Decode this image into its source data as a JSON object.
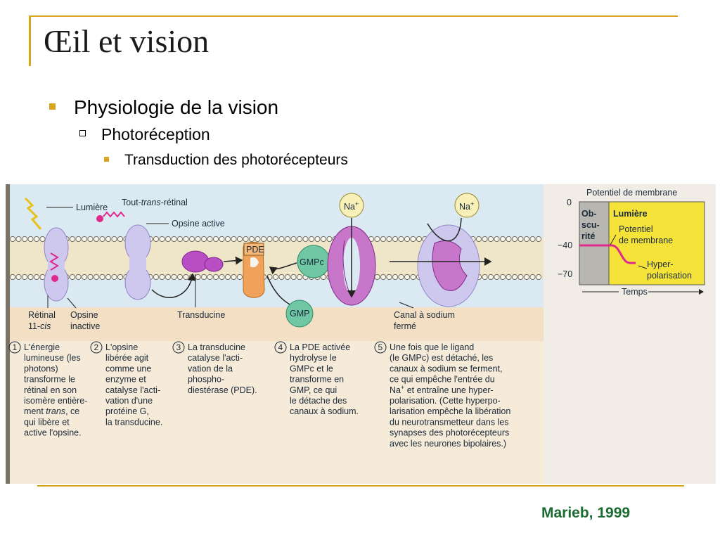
{
  "slide": {
    "title": "Œil et vision",
    "bullet1": "Physiologie de la vision",
    "bullet2": "Photoréception",
    "bullet3": "Transduction des photorécepteurs",
    "citation": "Marieb, 1999"
  },
  "figure": {
    "labels": {
      "lumiere": "Lumière",
      "tout_trans_pre": "Tout-",
      "tout_trans_it": "trans",
      "tout_trans_post": "-rétinal",
      "opsine_active": "Opsine active",
      "pde": "PDE",
      "gmpc": "GMPc",
      "gmp": "GMP",
      "na1": "Na",
      "na2": "Na",
      "plus": "+",
      "transducine": "Transducine",
      "retinal_1": "Rétinal",
      "retinal_2_pre": "11-",
      "retinal_2_it": "cis",
      "opsine_1": "Opsine",
      "opsine_2": "inactive",
      "canal_1": "Canal à sodium",
      "canal_2": "fermé"
    },
    "graph": {
      "title": "Potentiel de membrane",
      "y0": "0",
      "y40": "−40",
      "y70": "−70",
      "dark_1": "Ob-",
      "dark_2": "scu-",
      "dark_3": "rité",
      "light": "Lumière",
      "pot_1": "Potentiel",
      "pot_2": "de membrane",
      "hyp_1": "Hyper-",
      "hyp_2": "polarisation",
      "temps": "Temps"
    },
    "steps": [
      {
        "n": "1",
        "lines": [
          "L'énergie",
          "lumineuse (les",
          "photons)",
          "transforme le",
          "rétinal en son",
          "isomère entière-",
          "",
          "qui libère et",
          "active l'opsine."
        ],
        "line7_pre": "ment ",
        "line7_it": "trans",
        "line7_post": ", ce"
      },
      {
        "n": "2",
        "lines": [
          "L'opsine",
          "libérée agit",
          "comme une",
          "enzyme et",
          "catalyse l'acti-",
          "vation d'une",
          "protéine G,",
          "la transducine."
        ]
      },
      {
        "n": "3",
        "lines": [
          "La transducine",
          "catalyse l'acti-",
          "vation de la",
          "phospho-",
          "diestérase (PDE)."
        ]
      },
      {
        "n": "4",
        "lines": [
          "La PDE activée",
          "hydrolyse le",
          "GMPc et le",
          "transforme en",
          "GMP, ce qui",
          "le détache des",
          "canaux à sodium."
        ]
      },
      {
        "n": "5",
        "lines": [
          "Une fois que le ligand",
          "(le GMPc) est détaché, les",
          "canaux à sodium se ferment,",
          "ce qui empêche l'entrée du",
          "",
          "polarisation. (Cette hyperpo-",
          "larisation empêche la libération",
          "du neurotransmetteur dans les",
          "synapses des photorécepteurs",
          "avec les neurones bipolaires.)"
        ],
        "line5_pre": "Na",
        "line5_post": " et entraîne une hyper-"
      }
    ]
  }
}
